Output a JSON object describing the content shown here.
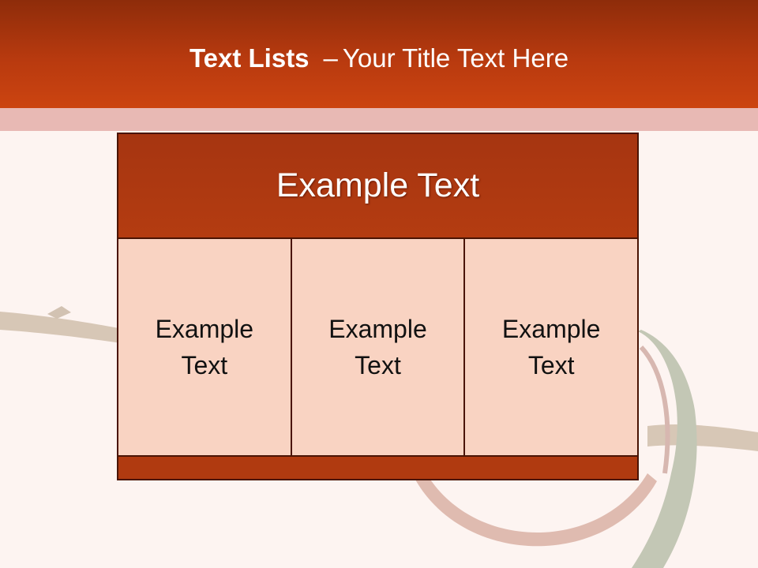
{
  "slide": {
    "title_bold": "Text Lists",
    "title_separator": "–",
    "title_rest": "Your Title Text Here"
  },
  "diagram": {
    "header": "Example Text",
    "columns": [
      {
        "text": "Example Text"
      },
      {
        "text": "Example Text"
      },
      {
        "text": "Example Text"
      }
    ]
  },
  "colors": {
    "title_bar": "#b83a0f",
    "stripe": "#e8b9b4",
    "header_fill": "#b03a10",
    "cell_fill": "#f9d3c2",
    "border": "#4a1404",
    "background": "#fdf4f1"
  },
  "background_image": "chameleon-on-branch"
}
